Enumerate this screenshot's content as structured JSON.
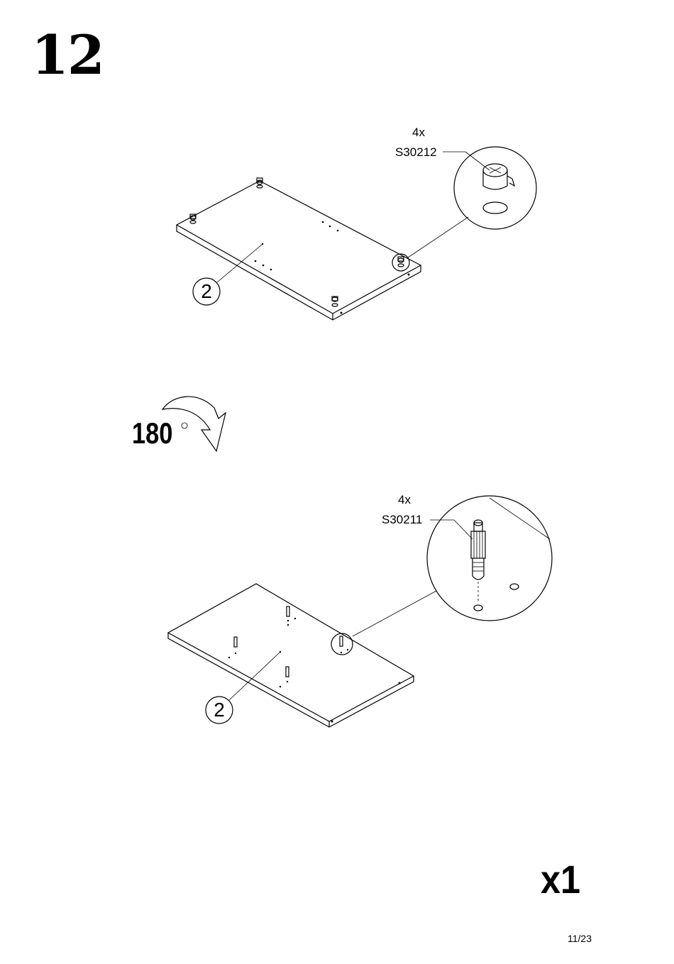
{
  "page": {
    "step_number": "12",
    "page_number": "11/23",
    "quantity": "x1"
  },
  "top_diagram": {
    "part_number": "2",
    "hardware_count": "4x",
    "hardware_code": "S30212",
    "detail_icon": "cam-lock-icon"
  },
  "rotation": {
    "label": "180",
    "icon": "rotate-arrow-icon"
  },
  "bottom_diagram": {
    "part_number": "2",
    "hardware_count": "4x",
    "hardware_code": "S30211",
    "detail_icon": "cam-bolt-icon"
  }
}
